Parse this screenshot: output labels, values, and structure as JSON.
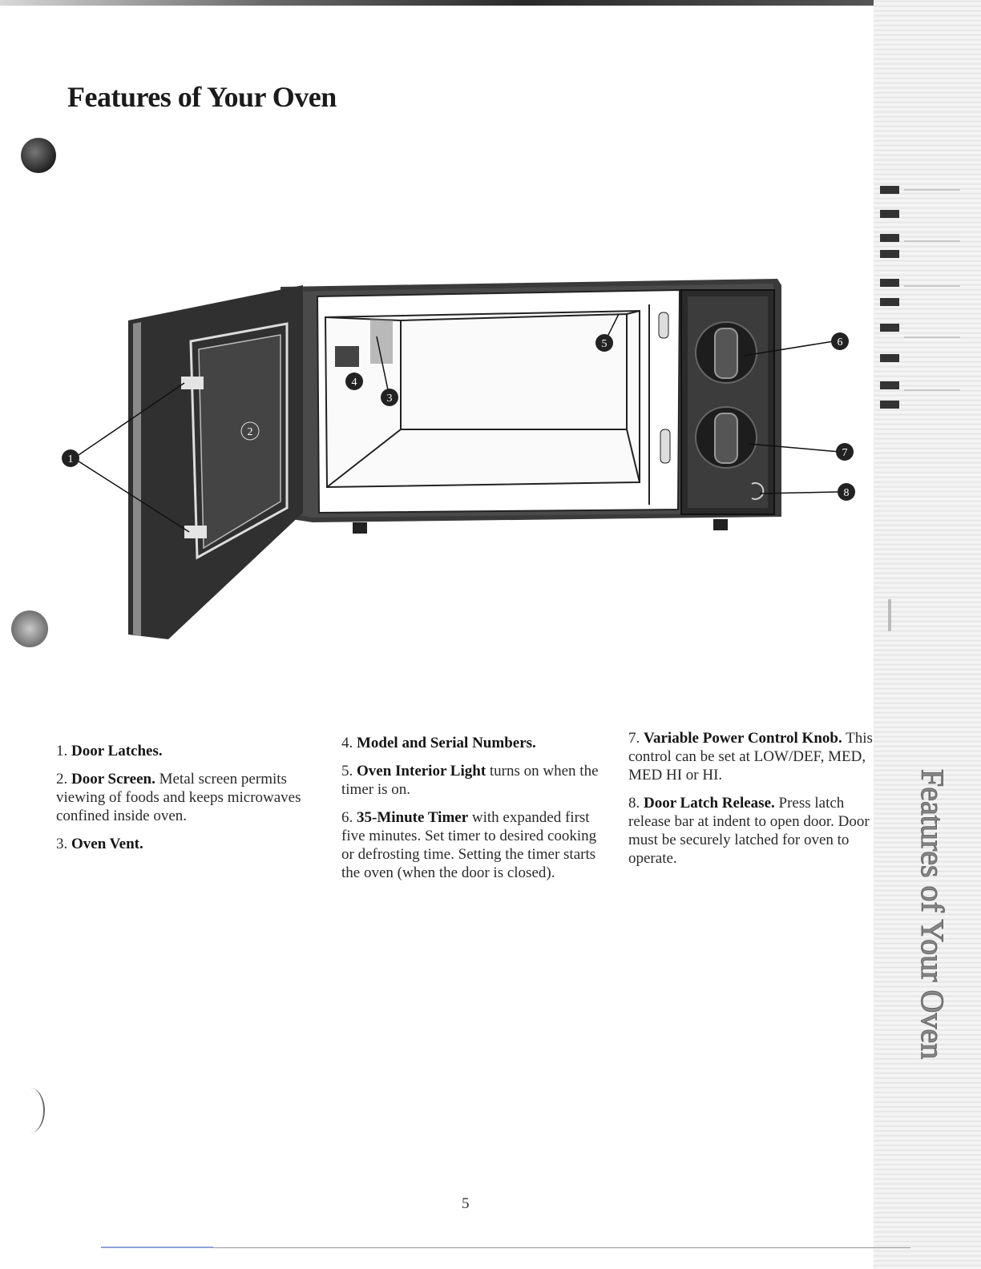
{
  "title": "Features of Your Oven",
  "callouts": [
    "1",
    "2",
    "3",
    "4",
    "5",
    "6",
    "7",
    "8"
  ],
  "features": [
    {
      "number": "1.",
      "heading": "Door Latches.",
      "text": ""
    },
    {
      "number": "2.",
      "heading": "Door Screen.",
      "text": " Metal screen permits viewing of foods and keeps microwaves confined inside oven."
    },
    {
      "number": "3.",
      "heading": "Oven Vent.",
      "text": ""
    },
    {
      "number": "4.",
      "heading": "Model and Serial Numbers.",
      "text": ""
    },
    {
      "number": "5.",
      "heading": "Oven Interior Light",
      "text": " turns on when the timer is on."
    },
    {
      "number": "6.",
      "heading": "35-Minute Timer",
      "text": " with expanded first five minutes. Set timer to desired cooking or defrosting time. Setting the timer starts the oven (when the door is closed)."
    },
    {
      "number": "7.",
      "heading": "Variable Power Control Knob.",
      "text": " This control can be set at LOW/DEF, MED, MED HI or HI."
    },
    {
      "number": "8.",
      "heading": "Door Latch Release.",
      "text": " Press latch release bar at indent to open door. Door must be securely latched for oven to operate."
    }
  ],
  "side_tab": "Features of Your Oven",
  "page_number": "5"
}
